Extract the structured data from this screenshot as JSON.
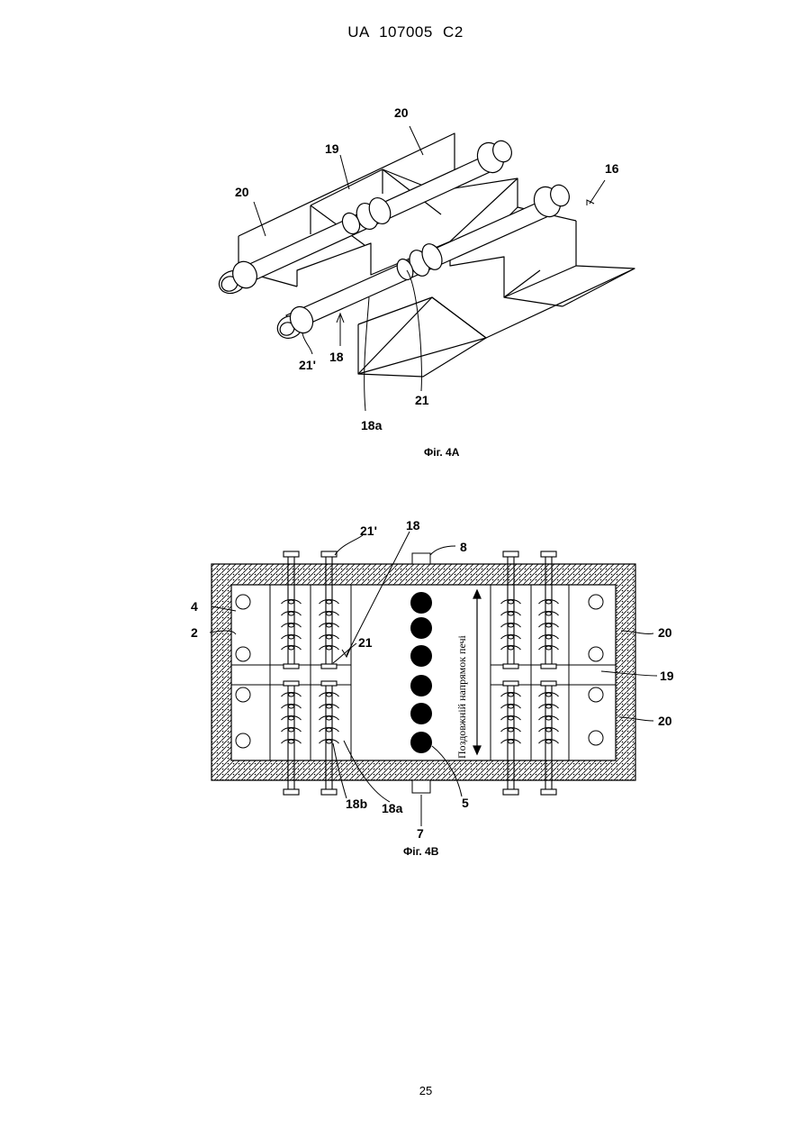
{
  "header": {
    "text": "UA   107005   C2"
  },
  "page_number": "25",
  "figure_4a": {
    "caption": "Фіг. 4А",
    "labels": {
      "l20_top": "20",
      "l19": "19",
      "l20_left": "20",
      "l16": "16",
      "l21p": "21'",
      "l18": "18",
      "l21": "21",
      "l18a": "18a"
    }
  },
  "figure_4b": {
    "caption": "Фіг. 4В",
    "direction_text": "Поздовжній напрямок печі",
    "labels": {
      "l21p": "21'",
      "l18": "18",
      "l8": "8",
      "l4": "4",
      "l2": "2",
      "l21": "21",
      "l20_a": "20",
      "l19": "19",
      "l20_b": "20",
      "l18b": "18b",
      "l18a": "18a",
      "l5": "5",
      "l7": "7"
    }
  }
}
